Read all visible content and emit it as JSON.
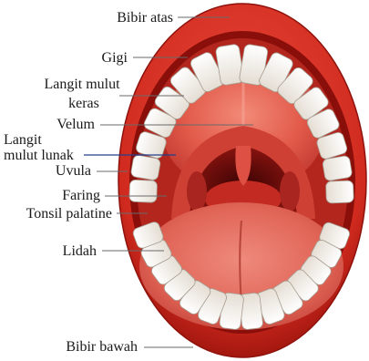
{
  "diagram": {
    "labels": {
      "upper_lip": "Bibir atas",
      "teeth": "Gigi",
      "hard_palate": [
        "Langit mulut",
        "keras"
      ],
      "velum": "Velum",
      "soft_palate": [
        "Langit",
        "mulut lunak"
      ],
      "uvula": "Uvula",
      "pharynx": "Faring",
      "palatine_tonsil": "Tonsil palatine",
      "tongue": "Lidah",
      "lower_lip": "Bibir bawah"
    }
  },
  "colors": {
    "lip": "#d22a1e",
    "tooth": "#f5f3ef",
    "tongue": "#df6658",
    "throat": "#5e0707",
    "label_text": "#1a1a1a",
    "leader_line": "#6a6a6a",
    "soft_palate_leader": "#23408e"
  }
}
